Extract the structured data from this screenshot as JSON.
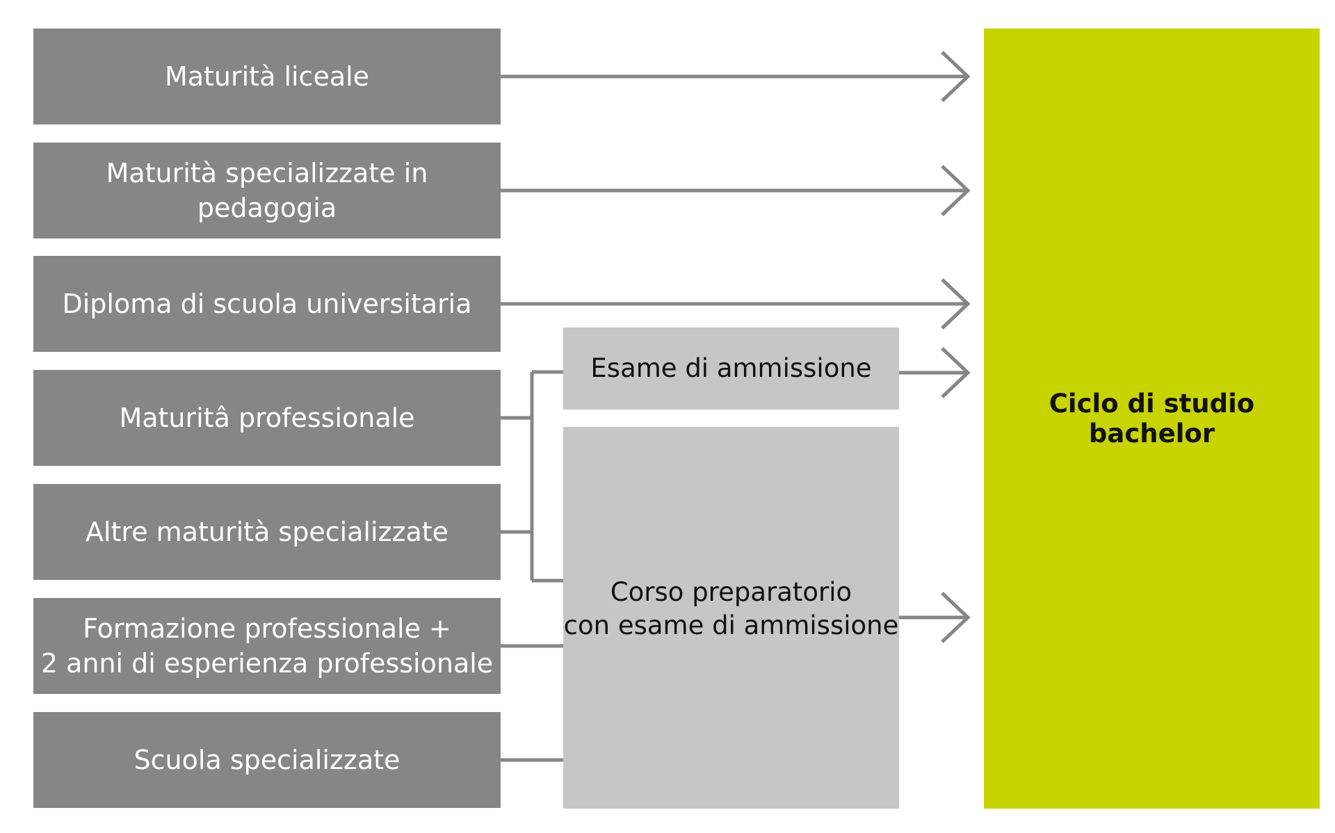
{
  "diagram": {
    "sources": [
      {
        "label": "Maturità liceale"
      },
      {
        "label": "Maturità specializzate in pedagogia"
      },
      {
        "label": "Diploma di scuola universitaria"
      },
      {
        "label": "Maturitâ professionale"
      },
      {
        "label": "Altre maturità specializzate"
      },
      {
        "label": "Formazione professionale +\n2 anni di esperienza professionale"
      },
      {
        "label": "Scuola specializzate"
      }
    ],
    "intermediate": {
      "exam_label": "Esame di ammissione",
      "course_label": "Corso preparatorio\ncon esame di ammissione"
    },
    "target": {
      "label": "Ciclo di studio bachelor"
    },
    "colors": {
      "source_box": "#868686",
      "intermediate_box": "#c6c6c6",
      "target_box": "#c8d400",
      "connector": "#868686"
    }
  }
}
